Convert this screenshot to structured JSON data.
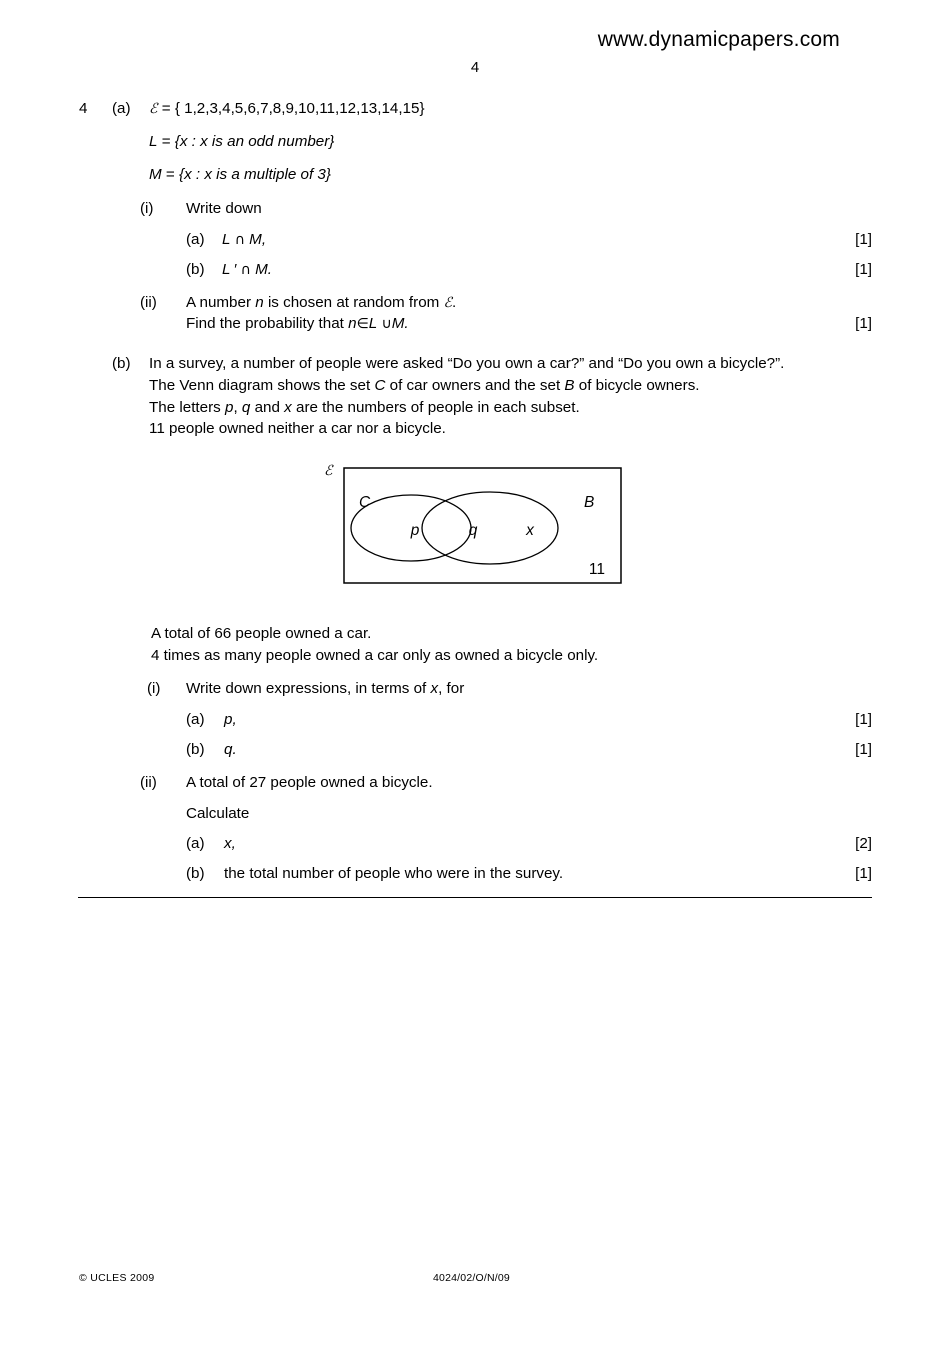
{
  "header": {
    "watermark": "www.dynamicpapers.com",
    "page_number": "4"
  },
  "question": {
    "number": "4",
    "part_a_label": "(a)",
    "part_b_label": "(b)",
    "universal_symbol": "ℰ",
    "a": {
      "line_universal_prefix": "=",
      "line_universal_set": "{ 1,2,3,4,5,6,7,8,9,10,11,12,13,14,15}",
      "line_L_name": "L",
      "line_L_eq": "=",
      "line_L_def": "{x : x is an odd number}",
      "line_M_name": "M",
      "line_M_eq": "=",
      "line_M_def": "{x : x is a multiple of 3}",
      "i_label": "(i)",
      "i_text": "Write down",
      "i_a_label": "(a)",
      "i_a_expr_left": "L",
      "i_a_op": "∩",
      "i_a_expr_right": "M,",
      "i_a_marks": "[1]",
      "i_b_label": "(b)",
      "i_b_expr_left": "L ′",
      "i_b_op": "∩",
      "i_b_expr_right": "M.",
      "i_b_marks": "[1]",
      "ii_label": "(ii)",
      "ii_line1_pre": "A number",
      "ii_line1_var": "n",
      "ii_line1_mid": "is chosen at random from",
      "ii_line1_end": ".",
      "ii_line2_pre": "Find the probability that",
      "ii_line2_var": "n",
      "ii_line2_in": "∈",
      "ii_line2_L": "L",
      "ii_line2_op": "∪",
      "ii_line2_M": "M.",
      "ii_marks": "[1]"
    },
    "b": {
      "intro_line1": "In a survey, a number of people were asked “Do you own a car?”  and “Do you own a bicycle?”.",
      "intro_line2_pre": "The Venn diagram shows the set",
      "intro_line2_setC": "C",
      "intro_line2_mid": "of car owners and the set",
      "intro_line2_setB": "B",
      "intro_line2_end": "of bicycle owners.",
      "intro_line3_pre": "The letters",
      "intro_line3_p": "p",
      "intro_line3_comma": ",",
      "intro_line3_q": "q",
      "intro_line3_and": "and",
      "intro_line3_x": "x",
      "intro_line3_end": "are the numbers of people in each subset.",
      "intro_line4": "11 people owned neither a car nor a bicycle.",
      "after_line1": "A total of 66 people owned a car.",
      "after_line2": "4 times as many people owned a car only as owned a bicycle only.",
      "i_label": "(i)",
      "i_text_pre": "Write down expressions, in terms of",
      "i_text_var": "x",
      "i_text_post": ", for",
      "i_a_label": "(a)",
      "i_a_text": "p,",
      "i_a_marks": "[1]",
      "i_b_label": "(b)",
      "i_b_text": "q.",
      "i_b_marks": "[1]",
      "ii_label": "(ii)",
      "ii_text": "A total of 27 people owned a bicycle.",
      "ii_calculate": "Calculate",
      "ii_a_label": "(a)",
      "ii_a_text": "x,",
      "ii_a_marks": "[2]",
      "ii_b_label": "(b)",
      "ii_b_text": "the total number of people who were in the survey.",
      "ii_b_marks": "[1]"
    }
  },
  "venn": {
    "universal_label": "ℰ",
    "set_c_label": "C",
    "set_b_label": "B",
    "region_p": "p",
    "region_q": "q",
    "region_x": "x",
    "outside_count": "11"
  },
  "footer": {
    "copyright": "© UCLES 2009",
    "paper_code": "4024/02/O/N/09"
  }
}
